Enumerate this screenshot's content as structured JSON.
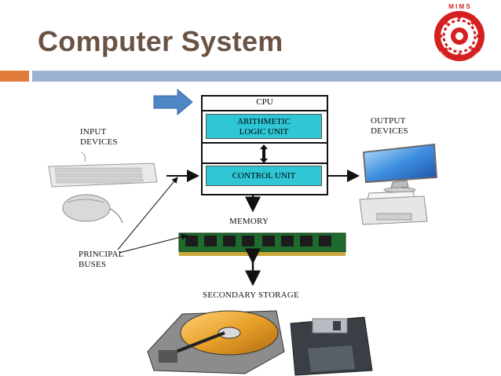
{
  "slide": {
    "title": "Computer System"
  },
  "logo": {
    "text_top": "M I M S",
    "text_bottom": "MAHAPRUNIVERSITY"
  },
  "diagram": {
    "cpu_label": "CPU",
    "alu_label": "ARITHMETIC\nLOGIC UNIT",
    "control_unit_label": "CONTROL UNIT",
    "input_devices_label": "INPUT\nDEVICES",
    "output_devices_label": "OUTPUT\nDEVICES",
    "memory_label": "MEMORY",
    "principal_buses_label": "PRINCIPAL\nBUSES",
    "secondary_storage_label": "SECONDARY STORAGE"
  },
  "colors": {
    "title": "#6b5344",
    "accent_orange": "#e07b39",
    "accent_blue": "#9db3d3",
    "cpu_unit_fill": "#2fc6d6",
    "logo_red": "#d42020"
  }
}
